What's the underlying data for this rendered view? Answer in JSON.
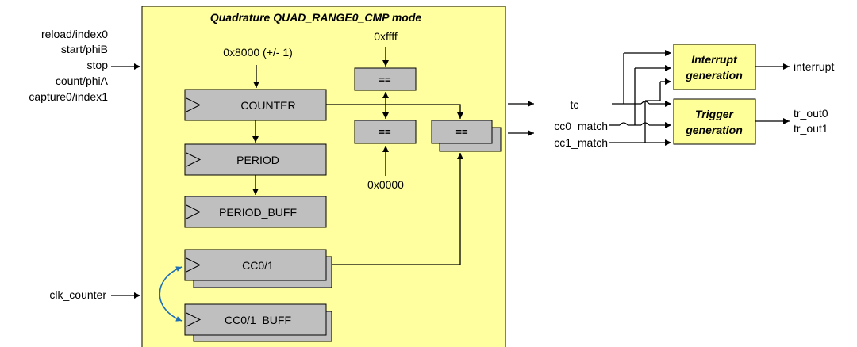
{
  "colors": {
    "module_fill": "#ffffa0",
    "register_fill": "#bfbfbf",
    "block_fill": "#ffff99",
    "link_arrow": "#1f6fb5"
  },
  "title": "Quadrature QUAD_RANGE0_CMP mode",
  "inputs": {
    "reload": "reload/index0",
    "start": "start/phiB",
    "stop": "stop",
    "count": "count/phiA",
    "capture": "capture0/index1",
    "clk": "clk_counter"
  },
  "constants": {
    "init": "0x8000 (+/- 1)",
    "max": "0xffff",
    "zero": "0x0000"
  },
  "registers": {
    "counter": "COUNTER",
    "period": "PERIOD",
    "period_buff": "PERIOD_BUFF",
    "cc": "CC0/1",
    "cc_buff": "CC0/1_BUFF"
  },
  "comparators": {
    "top": "==",
    "bottom": "==",
    "cc": "=="
  },
  "signals": {
    "tc": "tc",
    "cc0_match": "cc0_match",
    "cc1_match": "cc1_match"
  },
  "blocks": {
    "interrupt": [
      "Interrupt",
      "generation"
    ],
    "trigger": [
      "Trigger",
      "generation"
    ]
  },
  "outputs": {
    "interrupt": "interrupt",
    "tr_out0": "tr_out0",
    "tr_out1": "tr_out1"
  }
}
